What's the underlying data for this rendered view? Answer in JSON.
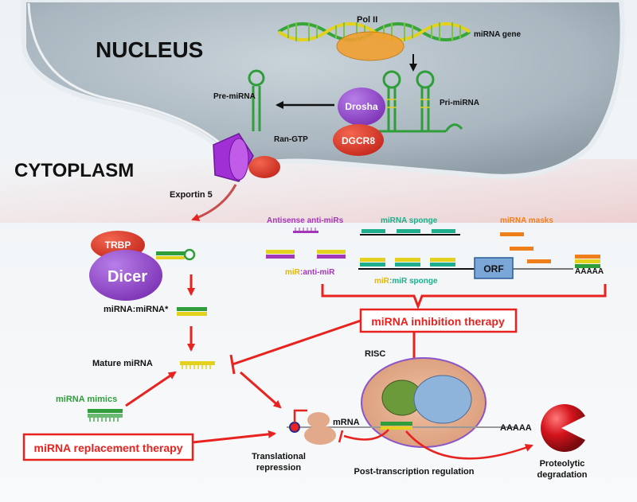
{
  "compartments": {
    "nucleus": "NUCLEUS",
    "cytoplasm": "CYTOPLASM"
  },
  "nuclear": {
    "pol2": "Pol II",
    "mirna_gene": "miRNA gene",
    "pri_mirna": "Pri-miRNA",
    "pre_mirna": "Pre-miRNA",
    "drosha": "Drosha",
    "dgcr8": "DGCR8",
    "ran_gtp": "Ran-GTP",
    "exportin": "Exportin 5"
  },
  "processing": {
    "trbp": "TRBP",
    "dicer": "Dicer",
    "duplex": "miRNA:miRNA*",
    "mature": "Mature miRNA",
    "mimics": "miRNA mimics"
  },
  "inhibitors": {
    "antisense": "Antisense anti-miRs",
    "sponge": "miRNA sponge",
    "masks": "miRNA masks",
    "mir_antimir_a": "miR",
    "mir_antimir_b": ":anti-miR",
    "mir_sponge_a": "miR",
    "mir_sponge_b": ":miR sponge",
    "orf": "ORF",
    "polya_top": "AAAAA"
  },
  "therapies": {
    "inhibition": "miRNA inhibition therapy",
    "replacement": "miRNA replacement therapy"
  },
  "regulation": {
    "risc": "RISC",
    "mrna": "mRNA",
    "polya_bottom": "AAAAA",
    "translational": "Translational",
    "repression": "repression",
    "post_transcription": "Post-transcription regulation",
    "proteolytic": "Proteolytic",
    "degradation": "degradation"
  },
  "colors": {
    "red_arrow": "#e8231f",
    "purple": "#8a3fc2",
    "red_protein": "#e0382a",
    "green_rna": "#3aaa35",
    "yellow_strand": "#e8d21f",
    "teal": "#1fae8c",
    "orange": "#ef7f1a",
    "magenta": "#a436b8"
  }
}
